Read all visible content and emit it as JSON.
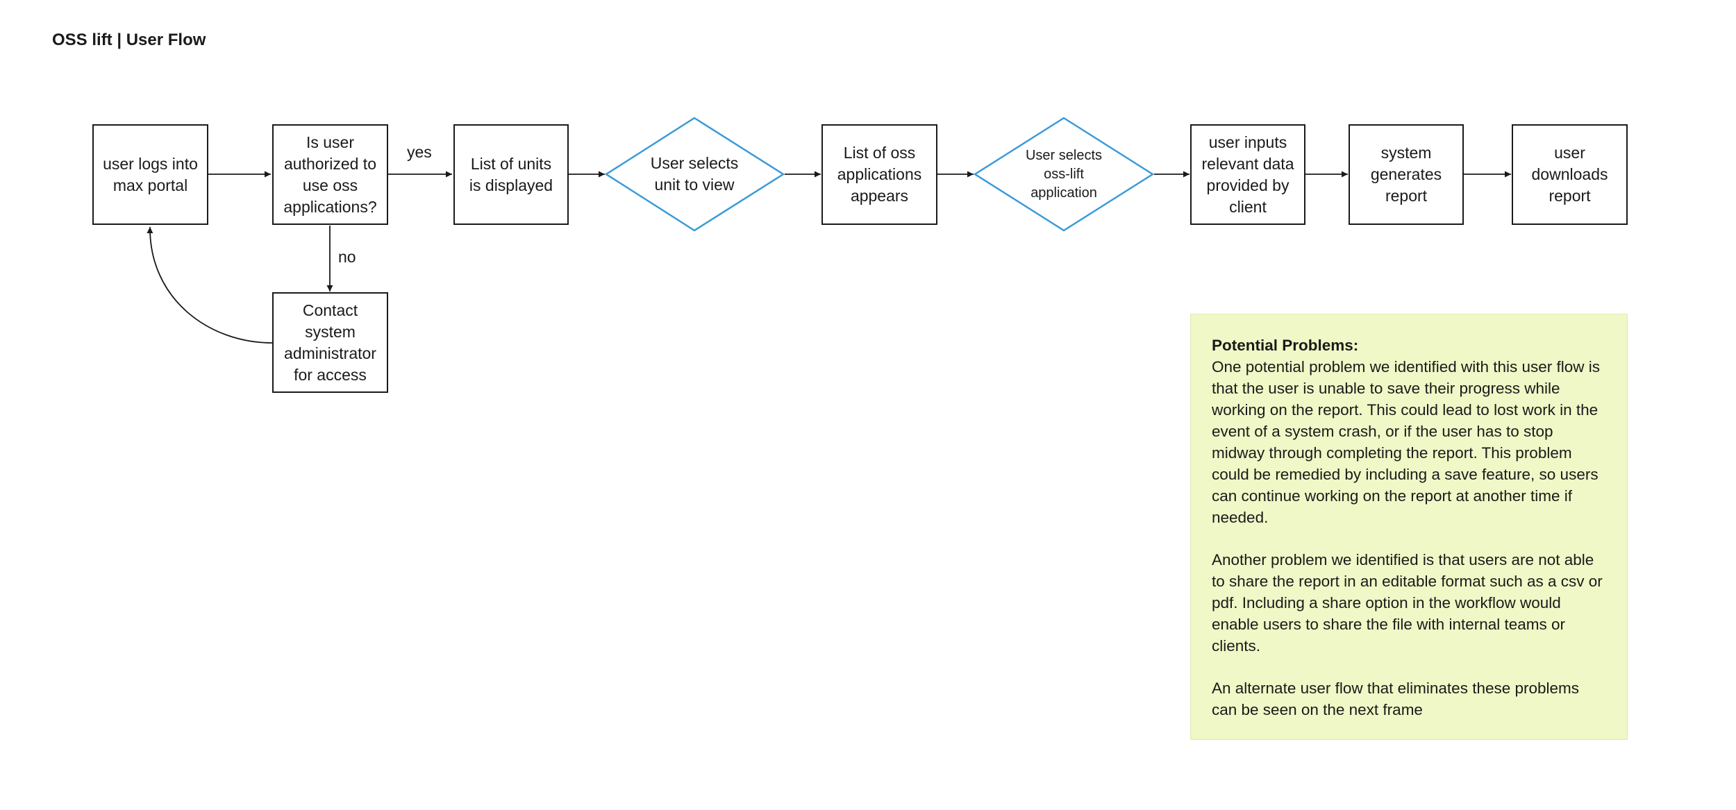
{
  "title": "OSS lift | User Flow",
  "colors": {
    "stroke": "#1a1a1a",
    "decision": "#3a9ad9",
    "note_bg": "#eff8c6"
  },
  "nodes": {
    "login": "user logs into\nmax portal",
    "authorized": "Is user\nauthorized to\nuse oss\napplications?",
    "units_list": "List of units\nis displayed",
    "select_unit": "User selects\nunit to view",
    "apps_list": "List of oss\napplications\nappears",
    "select_app": "User selects\noss-lift\napplication",
    "inputs": "user inputs\nrelevant data\nprovided by\nclient",
    "generates": "system\ngenerates\nreport",
    "downloads": "user\ndownloads\nreport",
    "contact": "Contact\nsystem\nadministrator\nfor access"
  },
  "edges": {
    "yes": "yes",
    "no": "no"
  },
  "note": {
    "heading": "Potential Problems:",
    "p1": "One potential problem we identified with this user flow is that the user is unable to save their progress while working on the report. This could lead to lost work in the event of a system crash, or if the user has to stop midway through completing the report. This problem could be remedied by including a save feature, so users can continue working on the report at another time if needed.",
    "p2": "Another problem we identified is that users are not able to share the report in an editable format such as a csv or pdf. Including a share option in the workflow would enable users to share the file with internal teams or clients.",
    "p3": "An alternate user flow that eliminates these problems can be seen on the next frame"
  }
}
